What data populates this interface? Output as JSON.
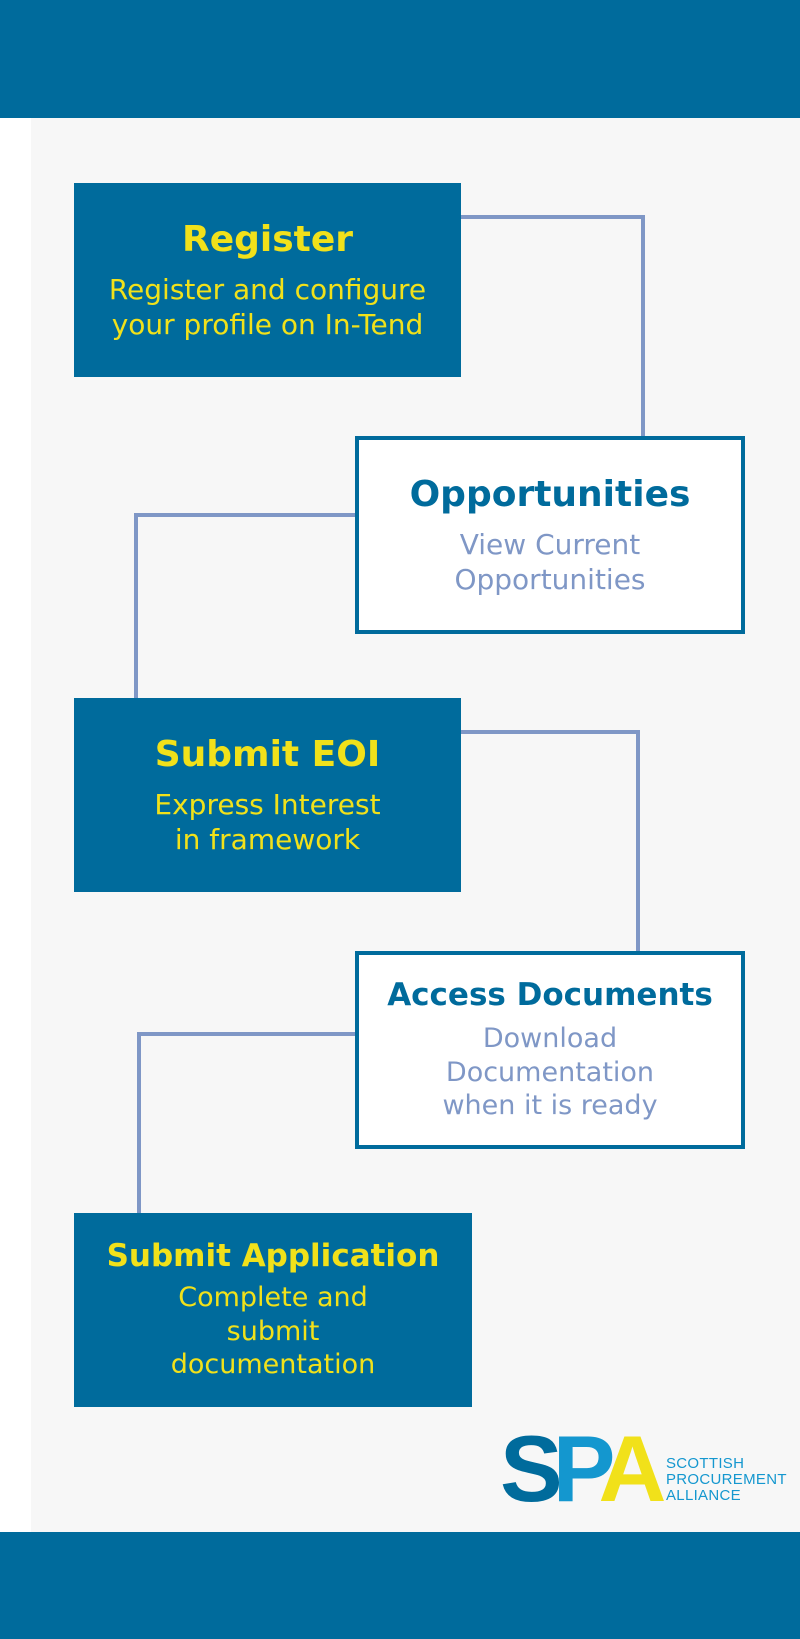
{
  "steps": [
    {
      "title": "Register",
      "description": [
        "Register and configure",
        "your profile on In-Tend"
      ]
    },
    {
      "title": "Opportunities",
      "description": [
        "View Current",
        "Opportunities"
      ]
    },
    {
      "title": "Submit EOI",
      "description": [
        "Express Interest",
        "in framework"
      ]
    },
    {
      "title": "Access Documents",
      "description": [
        "Download",
        "Documentation",
        "when it is ready"
      ]
    },
    {
      "title": "Submit Application",
      "description": [
        "Complete and",
        "submit",
        "documentation"
      ]
    }
  ],
  "logo": {
    "mark": "SPA",
    "name_lines": [
      "SCOTTISH",
      "PROCUREMENT",
      "ALLIANCE"
    ]
  },
  "colors": {
    "brand_blue": "#006b9c",
    "accent_yellow": "#f1e11a",
    "connector": "#7f97c6",
    "logo_light_blue": "#1497cf"
  }
}
